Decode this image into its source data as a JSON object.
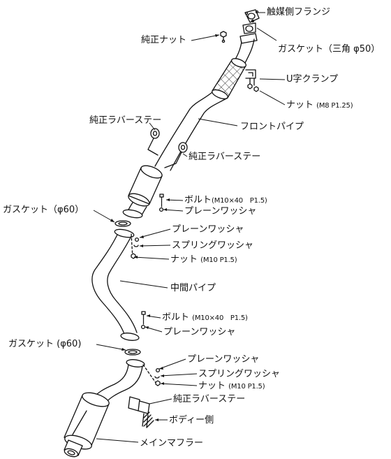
{
  "diagram": {
    "labels": {
      "catalyst_flange": "触媒側フランジ",
      "stock_nut_top": "純正ナット",
      "gasket_triangle": "ガスケット（三角 φ50）",
      "u_clamp": "U字クランプ",
      "nut_m8": "ナット",
      "nut_m8_spec": "(M8 P1.25)",
      "stock_rubber_stay_1": "純正ラバーステー",
      "front_pipe": "フロントパイプ",
      "stock_rubber_stay_2": "純正ラバーステー",
      "bolt_1": "ボルト",
      "bolt_1_spec": "(M10×40　P1.5)",
      "plain_washer_1": "プレーンワッシャ",
      "gasket_60_upper": "ガスケット（φ60）",
      "plain_washer_2": "プレーンワッシャ",
      "spring_washer_1": "スプリングワッシャ",
      "nut_m10_1": "ナット",
      "nut_m10_1_spec": "(M10 P1.5)",
      "center_pipe": "中間パイプ",
      "bolt_2": "ボルト",
      "bolt_2_spec": "(M10×40　P1.5)",
      "plain_washer_3": "プレーンワッシャ",
      "gasket_60_lower": "ガスケット (φ60)",
      "plain_washer_4": "プレーンワッシャ",
      "spring_washer_2": "スプリングワッシャ",
      "nut_m10_2": "ナット",
      "nut_m10_2_spec": "(M10 P1.5)",
      "stock_rubber_stay_3": "純正ラバーステー",
      "body_side": "ボディー側",
      "main_muffler": "メインマフラー"
    }
  }
}
